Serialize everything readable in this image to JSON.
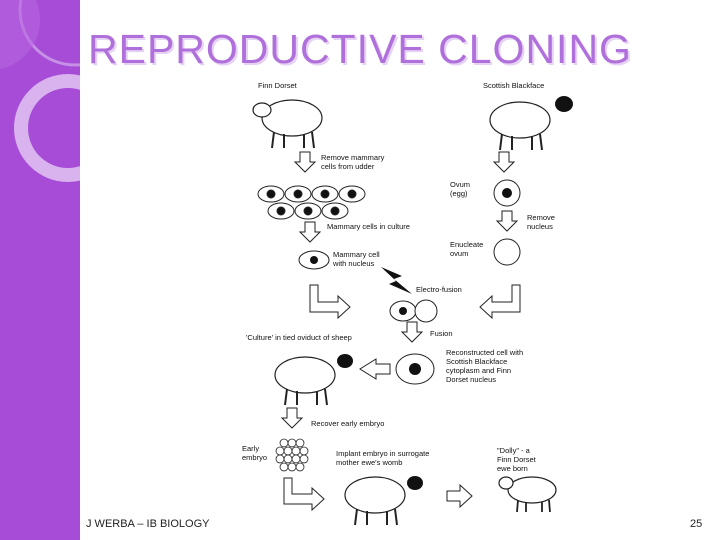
{
  "slide": {
    "title": "REPRODUCTIVE CLONING",
    "footer_left": "J WERBA – IB BIOLOGY",
    "page_number": "25",
    "accent_color": "#a64cd6",
    "title_color": "#b070dc"
  },
  "diagram": {
    "finn_dorset": "Finn Dorset",
    "scottish_blackface": "Scottish Blackface",
    "remove_mammary_1": "Remove mammary",
    "remove_mammary_2": "cells from udder",
    "ovum_1": "Ovum",
    "ovum_2": "(egg)",
    "remove_nucleus_1": "Remove",
    "remove_nucleus_2": "nucleus",
    "mammary_culture": "Mammary cells in culture",
    "mammary_cell_1": "Mammary cell",
    "mammary_cell_2": "with nucleus",
    "enucleate_1": "Enucleate",
    "enucleate_2": "ovum",
    "electro_fusion": "Electro-fusion",
    "culture_oviduct": "'Culture' in tied oviduct of sheep",
    "fusion": "Fusion",
    "reconstructed_1": "Reconstructed cell with",
    "reconstructed_2": "Scottish Blackface",
    "reconstructed_3": "cytoplasm and Finn",
    "reconstructed_4": "Dorset nucleus",
    "recover_embryo": "Recover early embryo",
    "early_embryo_1": "Early",
    "early_embryo_2": "embryo",
    "implant_1": "Implant embryo in surrogate",
    "implant_2": "mother ewe's womb",
    "dolly_1": "\"Dolly\" - a",
    "dolly_2": "Finn Dorset",
    "dolly_3": "ewe born"
  }
}
